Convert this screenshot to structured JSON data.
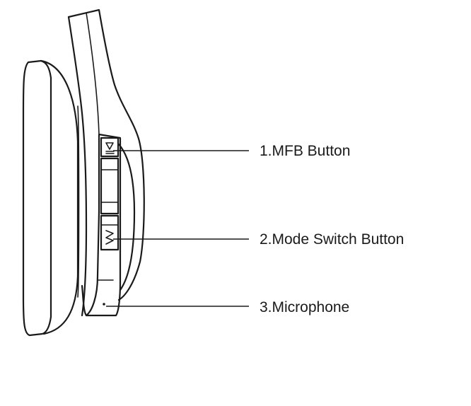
{
  "callouts": [
    {
      "label": "1.MFB Button"
    },
    {
      "label": "2.Mode Switch Button"
    },
    {
      "label": "3.Microphone"
    }
  ],
  "icons": [
    "play-pause-icon",
    "mode-switch-icon",
    "microphone-hole-icon"
  ],
  "colors": {
    "line": "#1a1a1a",
    "background": "#ffffff"
  }
}
